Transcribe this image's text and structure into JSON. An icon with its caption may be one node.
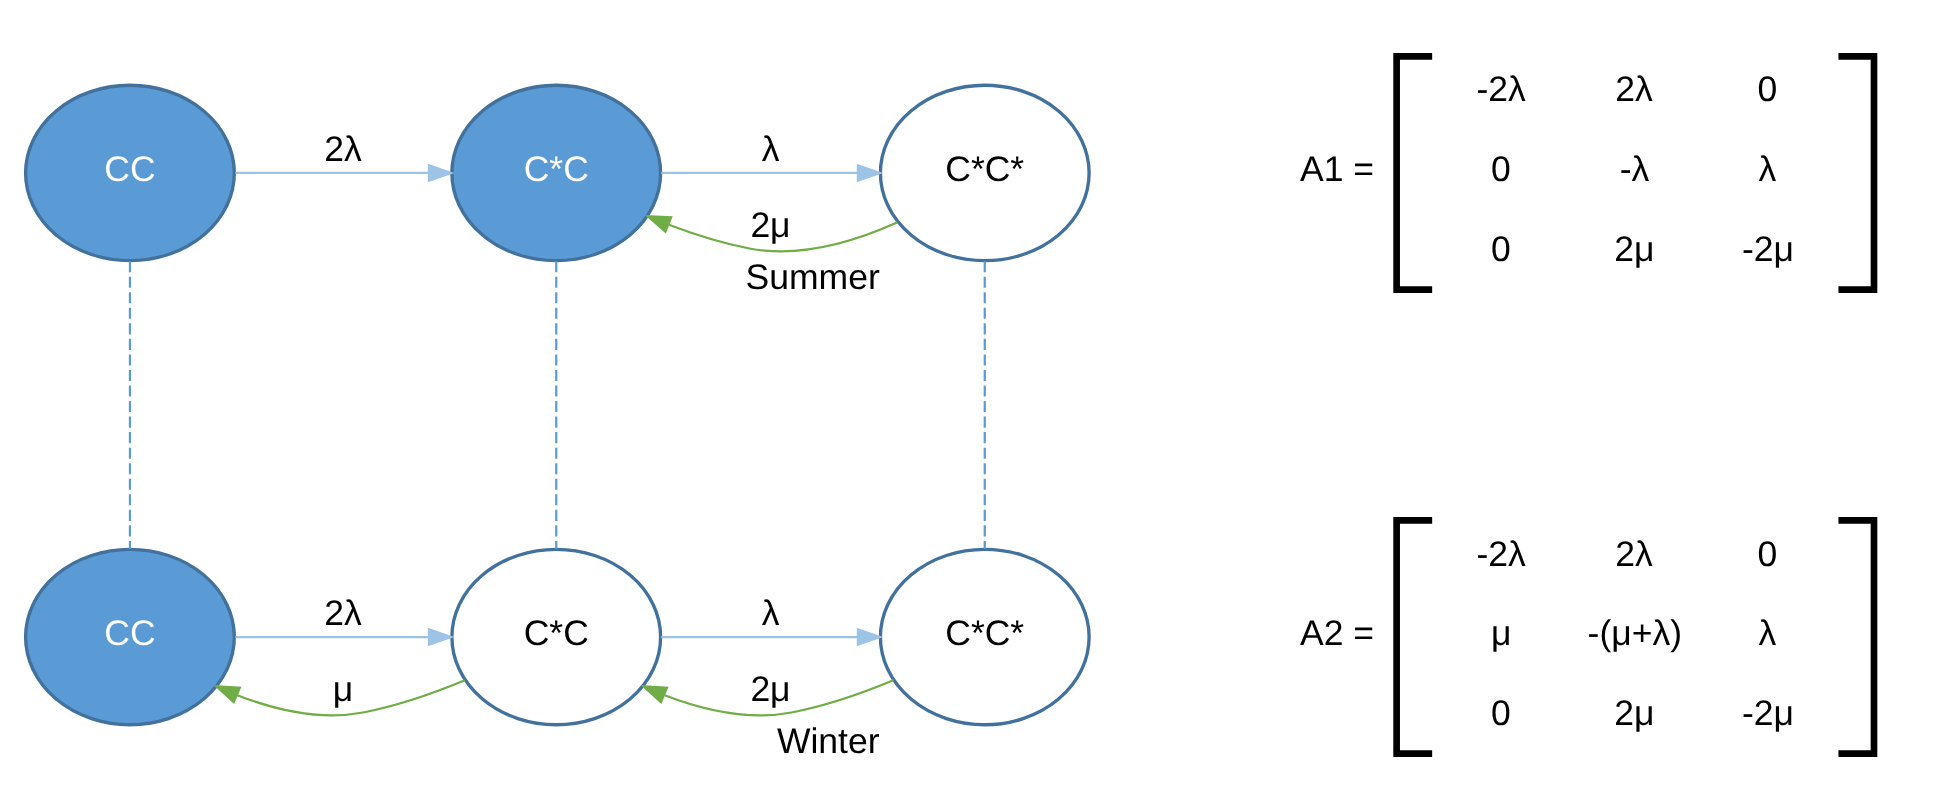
{
  "diagram": {
    "nodes": [
      {
        "text": [
          "CC"
        ]
      },
      {
        "text": [
          "C*C"
        ]
      },
      {
        "text": [
          "C*C*"
        ],
        "beside": [
          "Summer"
        ]
      },
      {
        "text": [
          "CC"
        ]
      },
      {
        "text": [
          "C*C"
        ]
      },
      {
        "text": [
          "C*C*"
        ],
        "beside": [
          "Winter"
        ]
      }
    ],
    "edges": [
      {
        "from": 0,
        "to": 1,
        "arrow": "to",
        "label": "2λ"
      },
      {
        "from": 1,
        "to": 2,
        "arrow": "to",
        "label": "λ"
      },
      {
        "from": 2,
        "to": 1,
        "arrow": "to",
        "label": "2μ",
        "color": "#70ad47"
      },
      {
        "from": 0,
        "to": 3,
        "arrow": "none",
        "style": "dashed"
      },
      {
        "from": 1,
        "to": 4,
        "arrow": "none",
        "style": "dashed"
      },
      {
        "from": 2,
        "to": 5,
        "arrow": "none",
        "style": "dashed"
      },
      {
        "from": 3,
        "to": 4,
        "arrow": "to",
        "label": "2λ"
      },
      {
        "from": 4,
        "to": 5,
        "arrow": "to",
        "label": "λ"
      },
      {
        "from": 4,
        "to": 3,
        "arrow": "to",
        "label": "μ",
        "color": "#70ad47"
      },
      {
        "from": 5,
        "to": 4,
        "arrow": "to",
        "label": "2μ",
        "color": "#70ad47"
      }
    ],
    "labels": [
      "A1 =",
      "-2λ",
      "2λ",
      "0",
      "0",
      "-λ",
      "λ",
      "0",
      "2μ",
      "-2μ",
      "A2 =",
      "-2λ",
      "2λ",
      "0",
      "μ",
      "-(μ+λ)",
      "λ",
      "0",
      "2μ",
      "-2μ"
    ]
  }
}
